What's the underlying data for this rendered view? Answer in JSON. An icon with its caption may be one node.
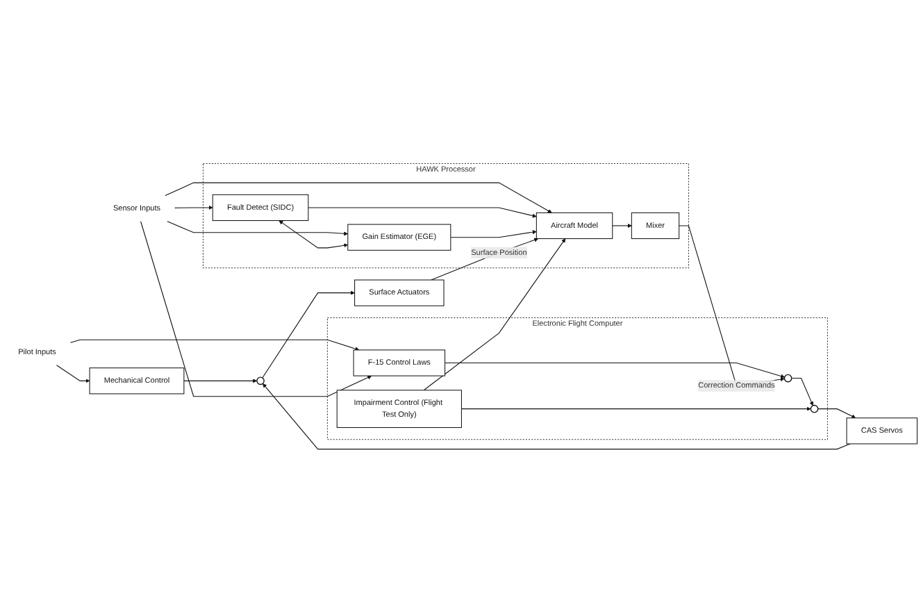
{
  "diagram": {
    "nodes": [
      {
        "text": [
          "Pilot Inputs"
        ]
      },
      {
        "text": [
          "Mechanical Control"
        ]
      },
      {
        "text": [],
        "shape": "circle"
      },
      {
        "text": [
          "Surface Actuators"
        ]
      },
      {
        "text": [
          "CAS Servos"
        ]
      },
      {
        "text": [
          "Electronic Flight Computer"
        ]
      },
      {
        "text": [
          "F-15 Control Laws"
        ],
        "in": 5
      },
      {
        "text": [],
        "shape": "circle",
        "in": 5
      },
      {
        "text": [],
        "shape": "circle",
        "in": 5
      },
      {
        "text": [
          "Impairment Control (Flight Test Only)"
        ],
        "in": 5
      },
      {
        "text": [
          "Sensor Inputs"
        ]
      },
      {
        "text": [
          "HAWK Processor"
        ]
      },
      {
        "text": [
          "Fault Detect (SIDC)"
        ],
        "in": 11
      },
      {
        "text": [
          "Mixer"
        ],
        "in": 11
      },
      {
        "text": [
          "Gain Estimator (EGE)"
        ],
        "in": 11
      },
      {
        "text": [
          "Aircraft Model"
        ],
        "in": 11
      }
    ],
    "edges": [
      {
        "from": 0,
        "to": 1,
        "arrow": "to"
      },
      {
        "from": 0,
        "to": 6,
        "arrow": "to"
      },
      {
        "from": 1,
        "to": 2,
        "arrow": "to"
      },
      {
        "from": 2,
        "to": 3,
        "arrow": "to"
      },
      {
        "from": 4,
        "to": 2,
        "arrow": "to"
      },
      {
        "from": 6,
        "to": 7,
        "arrow": "to"
      },
      {
        "from": 7,
        "to": 8,
        "arrow": "to"
      },
      {
        "from": 9,
        "to": 8,
        "arrow": "to"
      },
      {
        "from": 8,
        "to": 4,
        "arrow": "to"
      },
      {
        "from": 13,
        "to": 7,
        "arrow": "to",
        "label": "Correction Commands"
      },
      {
        "from": 10,
        "to": 6,
        "arrow": "to"
      },
      {
        "from": 10,
        "to": 12,
        "arrow": "to"
      },
      {
        "from": 10,
        "to": 14,
        "arrow": "to"
      },
      {
        "from": 10,
        "to": 15,
        "arrow": "to"
      },
      {
        "from": 12,
        "to": 14,
        "arrow": "both"
      },
      {
        "from": 12,
        "to": 15,
        "arrow": "to"
      },
      {
        "from": 14,
        "to": 15,
        "arrow": "to"
      },
      {
        "from": 15,
        "to": 13,
        "arrow": "to"
      },
      {
        "from": 3,
        "to": 15,
        "arrow": "to",
        "label": "Surface Position"
      },
      {
        "from": 9,
        "to": 15,
        "arrow": "to"
      }
    ]
  }
}
